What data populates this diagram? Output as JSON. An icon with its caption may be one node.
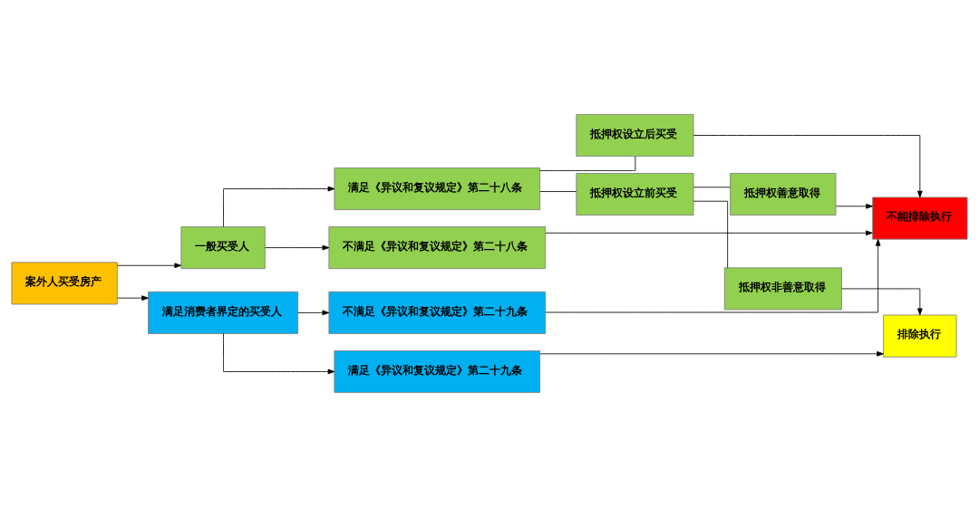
{
  "diagram": {
    "nodes": [
      {
        "text": [
          "案外人买受房产"
        ]
      },
      {
        "text": [
          "一般买受人"
        ]
      },
      {
        "text": [
          "满足消费者界定的买受人"
        ]
      },
      {
        "text": [
          "满足《异议和复议规定》第二十八条"
        ]
      },
      {
        "text": [
          "不满足《异议和复议规定》第二十八条"
        ]
      },
      {
        "text": [
          "不满足《异议和复议规定》第二十九条"
        ]
      },
      {
        "text": [
          "满足《异议和复议规定》第二十九条"
        ]
      },
      {
        "text": [
          "抵押权设立后买受"
        ]
      },
      {
        "text": [
          "抵押权设立前买受"
        ]
      },
      {
        "text": [
          "抵押权善意取得"
        ]
      },
      {
        "text": [
          "抵押权非善意取得"
        ]
      },
      {
        "text": [
          "不能排除执行"
        ]
      },
      {
        "text": [
          "排除执行"
        ]
      }
    ],
    "edges": [
      {
        "from": 0,
        "to": 1,
        "arrow": "to"
      },
      {
        "from": 0,
        "to": 2,
        "arrow": "to"
      },
      {
        "from": 1,
        "to": 3,
        "arrow": "to"
      },
      {
        "from": 1,
        "to": 4,
        "arrow": "to"
      },
      {
        "from": 3,
        "to": 7,
        "arrow": "none"
      },
      {
        "from": 3,
        "to": 8,
        "arrow": "none"
      },
      {
        "from": 8,
        "to": 9,
        "arrow": "none"
      },
      {
        "from": 8,
        "to": 10,
        "arrow": "none"
      },
      {
        "from": 7,
        "to": 11,
        "arrow": "to"
      },
      {
        "from": 9,
        "to": 11,
        "arrow": "to"
      },
      {
        "from": 4,
        "to": 11,
        "arrow": "to"
      },
      {
        "from": 2,
        "to": 5,
        "arrow": "to"
      },
      {
        "from": 2,
        "to": 6,
        "arrow": "to"
      },
      {
        "from": 5,
        "to": 11,
        "arrow": "to"
      },
      {
        "from": 6,
        "to": 12,
        "arrow": "to"
      },
      {
        "from": 10,
        "to": 12,
        "arrow": "to"
      }
    ]
  }
}
